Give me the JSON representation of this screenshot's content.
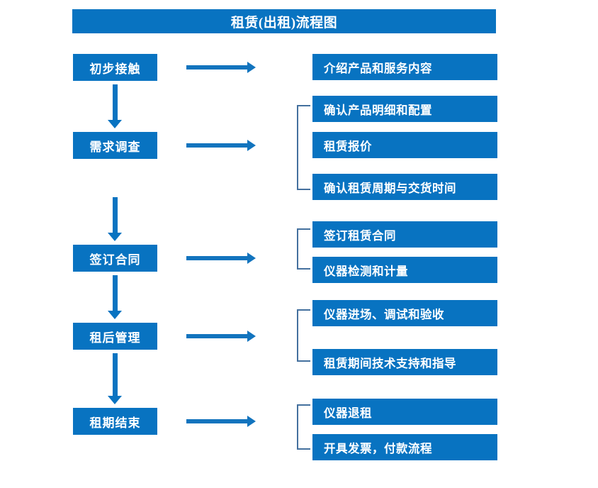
{
  "title": "租赁(出租)流程图",
  "colors": {
    "box_blue": "#0873C1",
    "arrow_blue": "#1274BE",
    "bracket_gray_blue": "#44709E",
    "text_white": "#FFFFFF",
    "background": "#FFFFFF"
  },
  "stages": [
    {
      "id": "initial-contact",
      "label": "初步接触"
    },
    {
      "id": "demand-survey",
      "label": "需求调查"
    },
    {
      "id": "sign-contract",
      "label": "签订合同"
    },
    {
      "id": "post-rent-mgmt",
      "label": "租后管理"
    },
    {
      "id": "lease-end",
      "label": "租期结束"
    }
  ],
  "detail_groups": [
    {
      "id": "group-initial-contact",
      "bracketed": false,
      "items": [
        {
          "label": "介绍产品和服务内容"
        }
      ]
    },
    {
      "id": "group-demand-survey",
      "bracketed": true,
      "items": [
        {
          "label": "确认产品明细和配置"
        },
        {
          "label": "租赁报价"
        },
        {
          "label": "确认租赁周期与交货时间"
        }
      ]
    },
    {
      "id": "group-sign-contract",
      "bracketed": true,
      "items": [
        {
          "label": "签订租赁合同"
        },
        {
          "label": "仪器检测和计量"
        }
      ]
    },
    {
      "id": "group-post-rent-mgmt",
      "bracketed": true,
      "items": [
        {
          "label": "仪器进场、调试和验收"
        },
        {
          "label": "租赁期间技术支持和指导"
        }
      ]
    },
    {
      "id": "group-lease-end",
      "bracketed": true,
      "items": [
        {
          "label": "仪器退租"
        },
        {
          "label": "开具发票，付款流程"
        }
      ]
    }
  ]
}
